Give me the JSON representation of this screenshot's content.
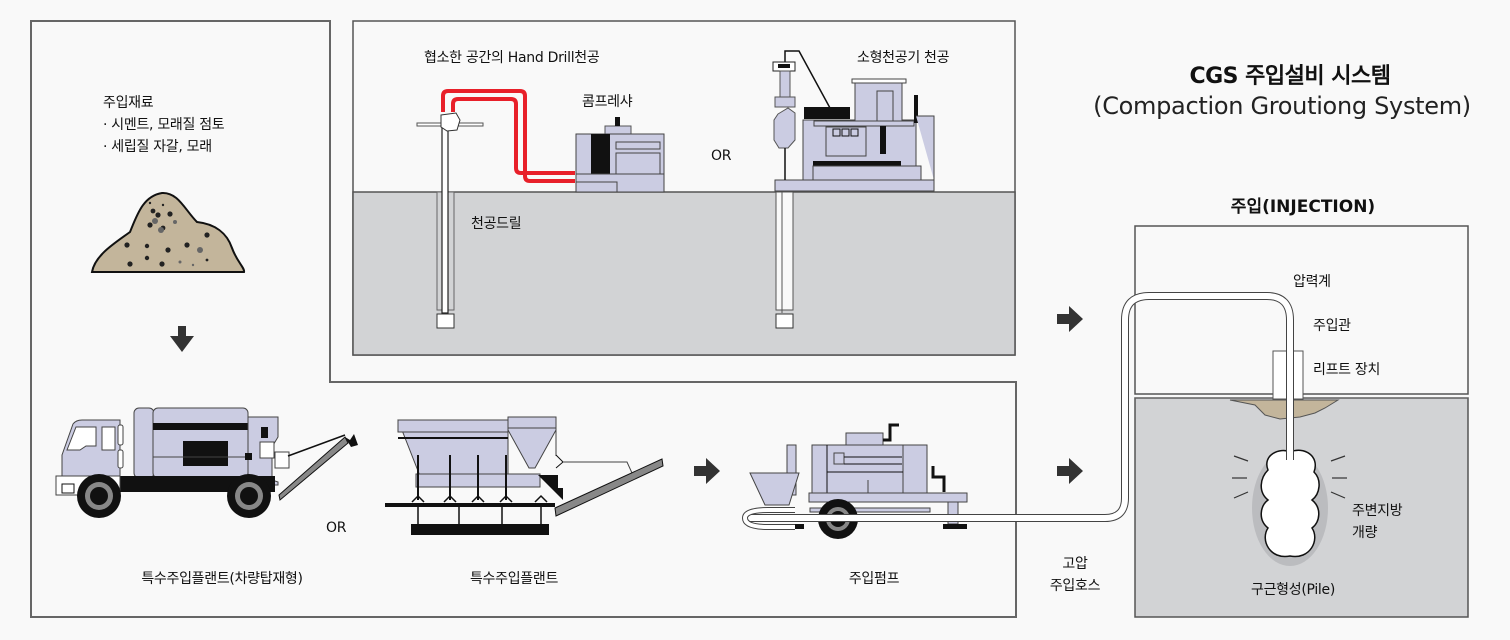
{
  "title": {
    "main": "CGS 주입설비 시스템",
    "sub": "(Compaction Groutiong System)"
  },
  "materials": {
    "heading": "주입재료",
    "items": [
      "· 시멘트, 모래질 점토",
      "· 세립질 자갈, 모래"
    ]
  },
  "drilling": {
    "hand_drill_title": "협소한 공간의 Hand Drill천공",
    "compressor_label": "콤프레샤",
    "drill_label": "천공드릴",
    "or_label": "OR",
    "small_rig_title": "소형천공기 천공"
  },
  "plants": {
    "truck_plant_label": "특수주입플랜트(차량탑재형)",
    "or_label": "OR",
    "plant_label": "특수주입플랜트",
    "pump_label": "주입펌프"
  },
  "hose": {
    "line1": "고압",
    "line2": "주입호스"
  },
  "injection": {
    "title": "주입(INJECTION)",
    "pressure_gauge": "압력계",
    "injection_pipe": "주입관",
    "lift_device": "리프트 장치",
    "ground_improvement_line1": "주변지방",
    "ground_improvement_line2": "개량",
    "pile_label": "구근형성(Pile)"
  },
  "colors": {
    "machine_fill": "#cbcce2",
    "ground_fill": "#d2d3d5",
    "sand_fill": "#c3b59b",
    "hose_red": "#e8202a",
    "arrow": "#333333",
    "border": "#666666"
  }
}
